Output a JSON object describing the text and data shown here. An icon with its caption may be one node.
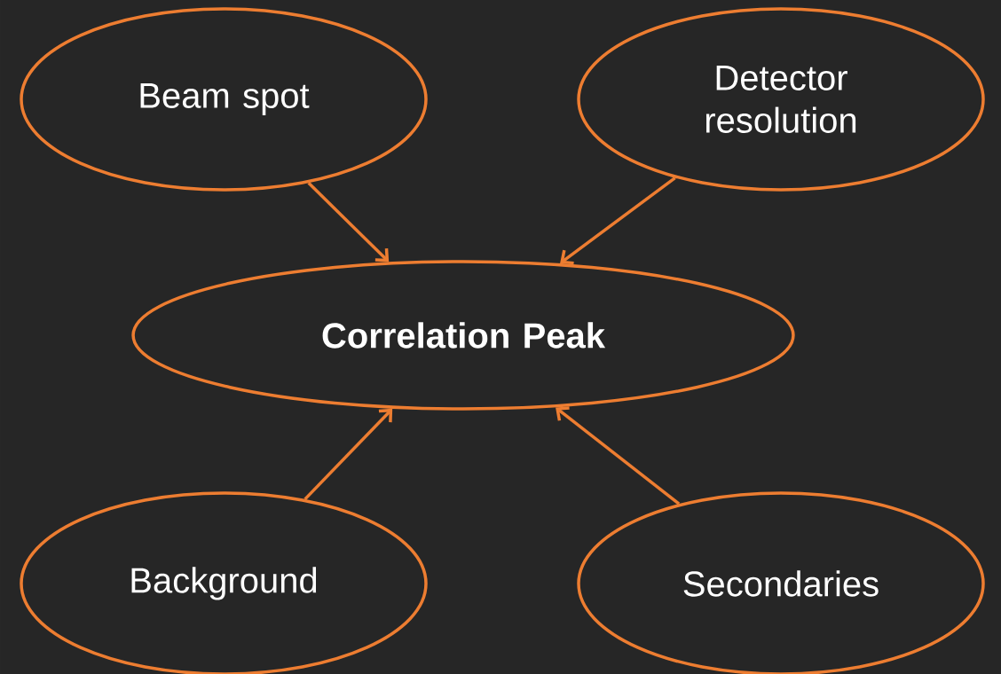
{
  "diagram": {
    "nodes": [
      {
        "text": [
          "Beam spot"
        ]
      },
      {
        "text": [
          "Detector resolution"
        ]
      },
      {
        "text": [
          "Correlation Peak"
        ]
      },
      {
        "text": [
          "Background"
        ]
      },
      {
        "text": [
          "Secondaries"
        ]
      }
    ],
    "edges": [
      {
        "from": 0,
        "to": 2,
        "arrow": "to"
      },
      {
        "from": 1,
        "to": 2,
        "arrow": "to"
      },
      {
        "from": 3,
        "to": 2,
        "arrow": "to"
      },
      {
        "from": 4,
        "to": 2,
        "arrow": "to"
      }
    ]
  }
}
